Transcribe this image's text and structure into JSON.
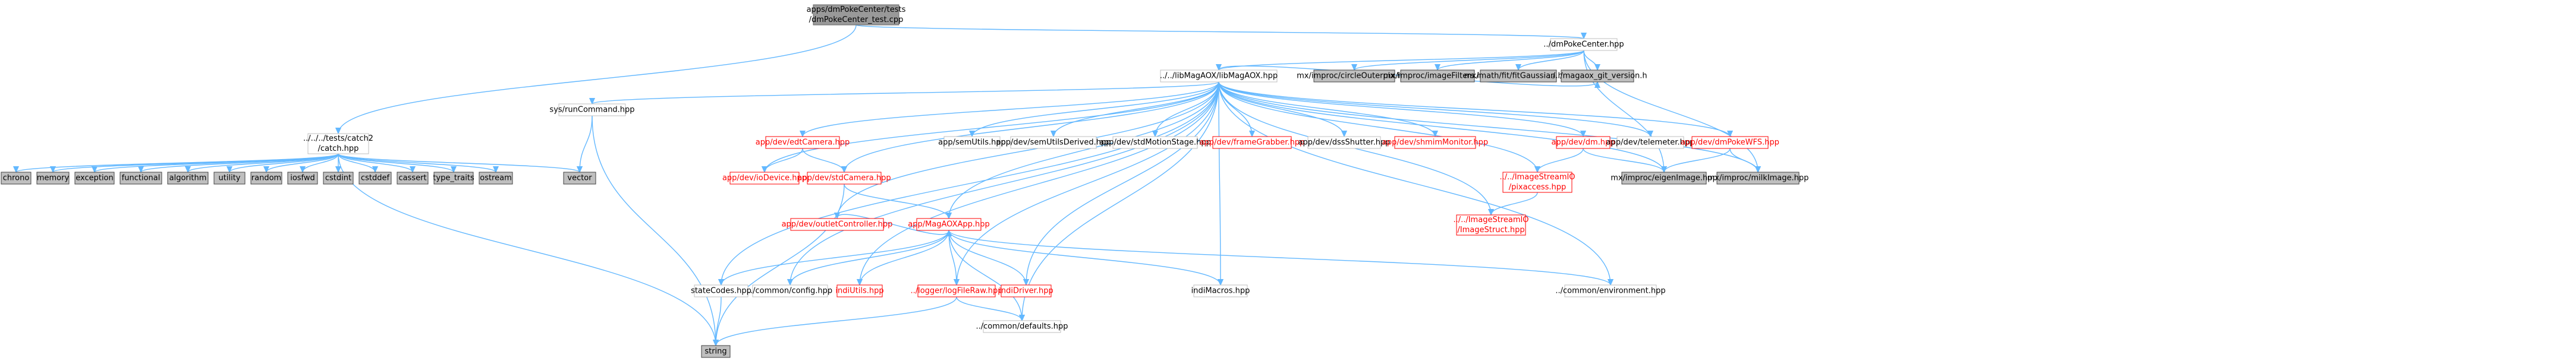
{
  "colors": {
    "edge": "#63b8ff",
    "root_fill": "#999999",
    "leaf_fill": "#bfbfbf",
    "missing_border": "#ff0000",
    "node_border": "#bfbfbf"
  },
  "nodes": [
    {
      "id": "root",
      "style": "root",
      "lines": [
        "apps/dmPokeCenter/tests",
        "/dmPokeCenter_test.cpp"
      ]
    },
    {
      "id": "catch",
      "style": "white",
      "lines": [
        "../../../tests/catch2",
        "/catch.hpp"
      ]
    },
    {
      "id": "dmPokeCenter",
      "style": "white",
      "lines": [
        "../dmPokeCenter.hpp"
      ]
    },
    {
      "id": "fib",
      "style": "white",
      "lines": [
        "../../libMagAOX/libMagAOX.hpp"
      ]
    },
    {
      "id": "circle",
      "style": "grey",
      "lines": [
        "mx/improc/circleOuterpix.hpp"
      ]
    },
    {
      "id": "imfilters",
      "style": "grey",
      "lines": [
        "mx/improc/imageFilters.hpp"
      ]
    },
    {
      "id": "fitgauss",
      "style": "grey",
      "lines": [
        "mx/math/fit/fitGaussian.hpp"
      ]
    },
    {
      "id": "gitver",
      "style": "grey",
      "lines": [
        "../../magaox_git_version.h"
      ]
    },
    {
      "id": "chrono",
      "style": "grey",
      "lines": [
        "chrono"
      ]
    },
    {
      "id": "memory",
      "style": "grey",
      "lines": [
        "memory"
      ]
    },
    {
      "id": "exception",
      "style": "grey",
      "lines": [
        "exception"
      ]
    },
    {
      "id": "functional",
      "style": "grey",
      "lines": [
        "functional"
      ]
    },
    {
      "id": "algorithm",
      "style": "grey",
      "lines": [
        "algorithm"
      ]
    },
    {
      "id": "utility",
      "style": "grey",
      "lines": [
        "utility"
      ]
    },
    {
      "id": "random",
      "style": "grey",
      "lines": [
        "random"
      ]
    },
    {
      "id": "iosfwd",
      "style": "grey",
      "lines": [
        "iosfwd"
      ]
    },
    {
      "id": "cstdint",
      "style": "grey",
      "lines": [
        "cstdint"
      ]
    },
    {
      "id": "cstddef",
      "style": "grey",
      "lines": [
        "cstddef"
      ]
    },
    {
      "id": "cassert",
      "style": "grey",
      "lines": [
        "cassert"
      ]
    },
    {
      "id": "type_traits",
      "style": "grey",
      "lines": [
        "type_traits"
      ]
    },
    {
      "id": "ostream",
      "style": "grey",
      "lines": [
        "ostream"
      ]
    },
    {
      "id": "vector",
      "style": "grey",
      "lines": [
        "vector"
      ]
    },
    {
      "id": "string",
      "style": "grey",
      "lines": [
        "string"
      ]
    },
    {
      "id": "runcmd",
      "style": "white",
      "lines": [
        "sys/runCommand.hpp"
      ]
    },
    {
      "id": "edtcam",
      "style": "red",
      "lines": [
        "app/dev/edtCamera.hpp"
      ]
    },
    {
      "id": "iodev",
      "style": "red",
      "lines": [
        "app/dev/ioDevice.hpp"
      ]
    },
    {
      "id": "stdcam",
      "style": "red",
      "lines": [
        "app/dev/stdCamera.hpp"
      ]
    },
    {
      "id": "semutils",
      "style": "white",
      "lines": [
        "app/semUtils.hpp"
      ]
    },
    {
      "id": "semderived",
      "style": "white",
      "lines": [
        "app/dev/semUtilsDerived.hpp"
      ]
    },
    {
      "id": "motionstage",
      "style": "white",
      "lines": [
        "app/dev/stdMotionStage.hpp"
      ]
    },
    {
      "id": "framegrab",
      "style": "red",
      "lines": [
        "app/dev/frameGrabber.hpp"
      ]
    },
    {
      "id": "dssshutter",
      "style": "white",
      "lines": [
        "app/dev/dssShutter.hpp"
      ]
    },
    {
      "id": "shmim",
      "style": "red",
      "lines": [
        "app/dev/shmimMonitor.hpp"
      ]
    },
    {
      "id": "dm",
      "style": "red",
      "lines": [
        "app/dev/dm.hpp"
      ]
    },
    {
      "id": "telemeter",
      "style": "white",
      "lines": [
        "app/dev/telemeter.hpp"
      ]
    },
    {
      "id": "pokewfs",
      "style": "red",
      "lines": [
        "app/dev/dmPokeWFS.hpp"
      ]
    },
    {
      "id": "pixaccess",
      "style": "red",
      "lines": [
        "../../ImageStreamIO",
        "/pixaccess.hpp"
      ]
    },
    {
      "id": "eigenimage",
      "style": "grey",
      "lines": [
        "mx/improc/eigenImage.hpp"
      ]
    },
    {
      "id": "milkimage",
      "style": "grey",
      "lines": [
        "mx/improc/milkImage.hpp"
      ]
    },
    {
      "id": "imagestruct",
      "style": "red",
      "lines": [
        "../../ImageStreamIO",
        "/ImageStruct.hpp"
      ]
    },
    {
      "id": "outletctrl",
      "style": "red",
      "lines": [
        "app/dev/outletController.hpp"
      ]
    },
    {
      "id": "magaoxapp",
      "style": "red",
      "lines": [
        "app/MagAOXApp.hpp"
      ]
    },
    {
      "id": "statecodes",
      "style": "white",
      "lines": [
        "stateCodes.hpp"
      ]
    },
    {
      "id": "config",
      "style": "white",
      "lines": [
        "../common/config.hpp"
      ]
    },
    {
      "id": "indiutils",
      "style": "red",
      "lines": [
        "indiUtils.hpp"
      ]
    },
    {
      "id": "logfileraw",
      "style": "red",
      "lines": [
        "../logger/logFileRaw.hpp"
      ]
    },
    {
      "id": "indidriver",
      "style": "red",
      "lines": [
        "indiDriver.hpp"
      ]
    },
    {
      "id": "indimacros",
      "style": "white",
      "lines": [
        "indiMacros.hpp"
      ]
    },
    {
      "id": "environment",
      "style": "white",
      "lines": [
        "../common/environment.hpp"
      ]
    },
    {
      "id": "defaults",
      "style": "white",
      "lines": [
        "../common/defaults.hpp"
      ]
    }
  ],
  "edges": [
    [
      "root",
      "catch"
    ],
    [
      "root",
      "dmPokeCenter"
    ],
    [
      "catch",
      "chrono"
    ],
    [
      "catch",
      "memory"
    ],
    [
      "catch",
      "exception"
    ],
    [
      "catch",
      "functional"
    ],
    [
      "catch",
      "algorithm"
    ],
    [
      "catch",
      "utility"
    ],
    [
      "catch",
      "random"
    ],
    [
      "catch",
      "iosfwd"
    ],
    [
      "catch",
      "cstdint"
    ],
    [
      "catch",
      "cstddef"
    ],
    [
      "catch",
      "cassert"
    ],
    [
      "catch",
      "type_traits"
    ],
    [
      "catch",
      "ostream"
    ],
    [
      "catch",
      "vector"
    ],
    [
      "catch",
      "string"
    ],
    [
      "dmPokeCenter",
      "fib"
    ],
    [
      "dmPokeCenter",
      "circle"
    ],
    [
      "dmPokeCenter",
      "imfilters"
    ],
    [
      "dmPokeCenter",
      "fitgauss"
    ],
    [
      "dmPokeCenter",
      "gitver"
    ],
    [
      "dmPokeCenter",
      "eigenimage"
    ],
    [
      "dmPokeCenter",
      "milkimage"
    ],
    [
      "fib",
      "runcmd"
    ],
    [
      "fib",
      "edtcam"
    ],
    [
      "fib",
      "iodev"
    ],
    [
      "fib",
      "stdcam"
    ],
    [
      "fib",
      "semutils"
    ],
    [
      "fib",
      "semderived"
    ],
    [
      "fib",
      "motionstage"
    ],
    [
      "fib",
      "framegrab"
    ],
    [
      "fib",
      "dssshutter"
    ],
    [
      "fib",
      "shmim"
    ],
    [
      "fib",
      "dm"
    ],
    [
      "fib",
      "telemeter"
    ],
    [
      "fib",
      "pokewfs"
    ],
    [
      "fib",
      "pixaccess"
    ],
    [
      "fib",
      "imagestruct"
    ],
    [
      "fib",
      "eigenimage"
    ],
    [
      "fib",
      "milkimage"
    ],
    [
      "fib",
      "outletctrl"
    ],
    [
      "fib",
      "magaoxapp"
    ],
    [
      "fib",
      "statecodes"
    ],
    [
      "fib",
      "config"
    ],
    [
      "fib",
      "indiutils"
    ],
    [
      "fib",
      "logfileraw"
    ],
    [
      "fib",
      "indidriver"
    ],
    [
      "fib",
      "indimacros"
    ],
    [
      "fib",
      "environment"
    ],
    [
      "fib",
      "defaults"
    ],
    [
      "fib",
      "gitver"
    ],
    [
      "runcmd",
      "vector"
    ],
    [
      "runcmd",
      "string"
    ],
    [
      "edtcam",
      "iodev"
    ],
    [
      "edtcam",
      "stdcam"
    ],
    [
      "stdcam",
      "magaoxapp"
    ],
    [
      "stdcam",
      "string"
    ],
    [
      "dm",
      "pixaccess"
    ],
    [
      "dm",
      "eigenimage"
    ],
    [
      "pokewfs",
      "eigenimage"
    ],
    [
      "pokewfs",
      "milkimage"
    ],
    [
      "pixaccess",
      "imagestruct"
    ],
    [
      "outletctrl",
      "magaoxapp"
    ],
    [
      "magaoxapp",
      "statecodes"
    ],
    [
      "magaoxapp",
      "config"
    ],
    [
      "magaoxapp",
      "indiutils"
    ],
    [
      "magaoxapp",
      "logfileraw"
    ],
    [
      "magaoxapp",
      "indidriver"
    ],
    [
      "magaoxapp",
      "indimacros"
    ],
    [
      "magaoxapp",
      "environment"
    ],
    [
      "magaoxapp",
      "defaults"
    ],
    [
      "statecodes",
      "string"
    ],
    [
      "logfileraw",
      "string"
    ],
    [
      "logfileraw",
      "defaults"
    ]
  ]
}
